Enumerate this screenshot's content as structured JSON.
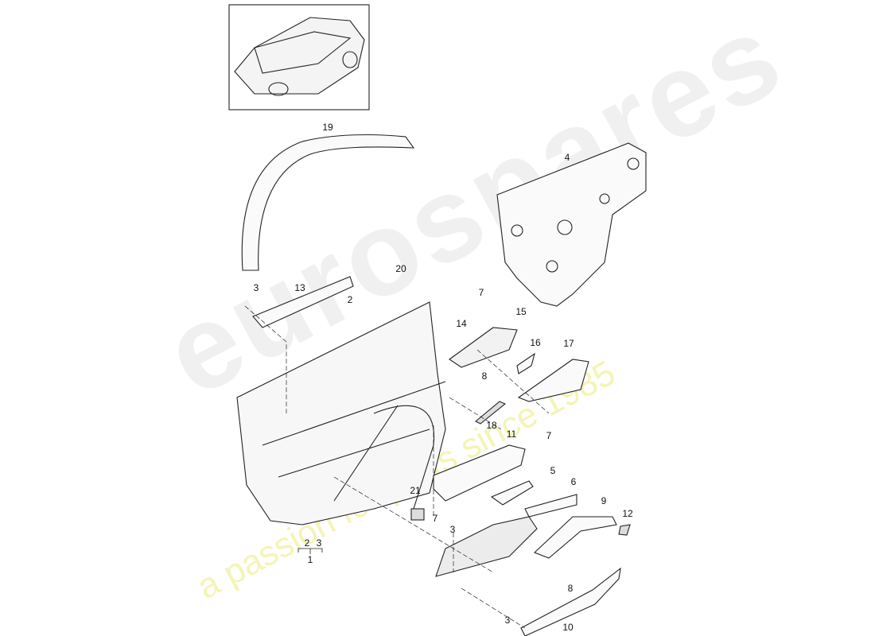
{
  "watermark": {
    "brand": "eurospares",
    "tagline": "a passion for parts since 1985"
  },
  "callouts": [
    "19",
    "4",
    "20",
    "3",
    "13",
    "2",
    "7",
    "15",
    "14",
    "16",
    "17",
    "8",
    "18",
    "7",
    "11",
    "5",
    "6",
    "9",
    "12",
    "21",
    "7",
    "3",
    "2",
    "3",
    "1",
    "8",
    "3",
    "10"
  ]
}
